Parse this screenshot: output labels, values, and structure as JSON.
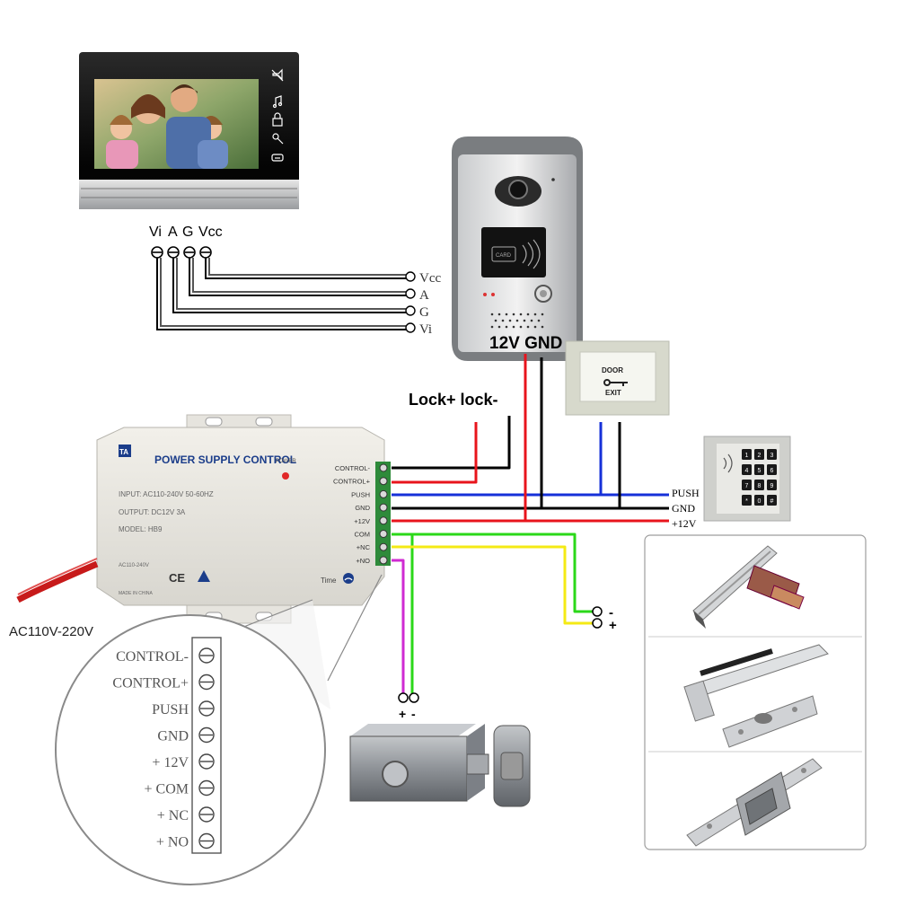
{
  "monitor": {
    "terminals": [
      "Vi",
      "A",
      "G",
      "Vcc"
    ],
    "icons": [
      "mute-icon",
      "music-note-icon",
      "lock-icon",
      "key-icon",
      "phone-icon"
    ]
  },
  "doorbell": {
    "terminals": [
      "Vcc",
      "A",
      "G",
      "Vi"
    ],
    "power_label": "12V GND",
    "card_label": "CARD"
  },
  "lock_label": "Lock+ lock-",
  "exit_button": {
    "line1": "DOOR",
    "line2": "EXIT"
  },
  "keypad": {
    "lines": [
      "PUSH",
      "GND",
      "+12V"
    ],
    "keys": [
      "1",
      "2",
      "3",
      "4",
      "5",
      "6",
      "7",
      "8",
      "9",
      "*",
      "0",
      "#"
    ]
  },
  "power_supply": {
    "logo": "TA",
    "title": "POWER SUPPLY CONTROL",
    "power_led": "POWER",
    "input": "INPUT: AC110-240V 50-60HZ",
    "output": "OUTPUT: DC12V 3A",
    "model": "MODEL: HB9",
    "ac_rating": "AC110-240V",
    "ce_mark": "CE",
    "made_in": "MADE IN CHINA",
    "time_label": "Time",
    "terminals": [
      "CONTROL-",
      "CONTROL+",
      "PUSH",
      "GND",
      "+12V",
      "COM",
      "+NC",
      "+NO"
    ],
    "ac_label": "AC110V-220V"
  },
  "magnifier": {
    "terminals": [
      "CONTROL-",
      "CONTROL+",
      "PUSH",
      "GND",
      "+ 12V",
      "+ COM",
      "+ NC",
      "+ NO"
    ]
  },
  "maglock_terminals": [
    "-",
    "+"
  ],
  "rim_lock_terminals": [
    "+",
    "-"
  ],
  "colors": {
    "black": "#000000",
    "red": "#e8141c",
    "blue": "#1630d8",
    "green": "#2bd819",
    "yellow": "#f4ea14",
    "magenta": "#cf2ad2",
    "gray_wire": "#555555"
  }
}
